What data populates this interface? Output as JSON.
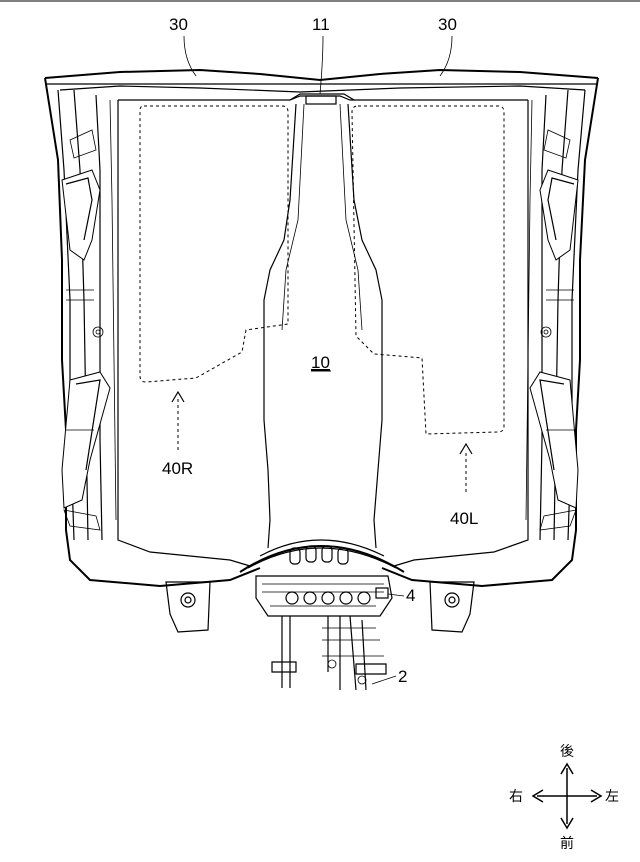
{
  "labels": {
    "battery_pack_left": "30",
    "tunnel_top": "11",
    "battery_pack_right": "30",
    "floor_tunnel": "10",
    "region_right": "40R",
    "region_left": "40L",
    "subframe": "4",
    "steering": "2"
  },
  "directions": {
    "rear": "後",
    "right": "右",
    "left": "左",
    "front": "前"
  }
}
